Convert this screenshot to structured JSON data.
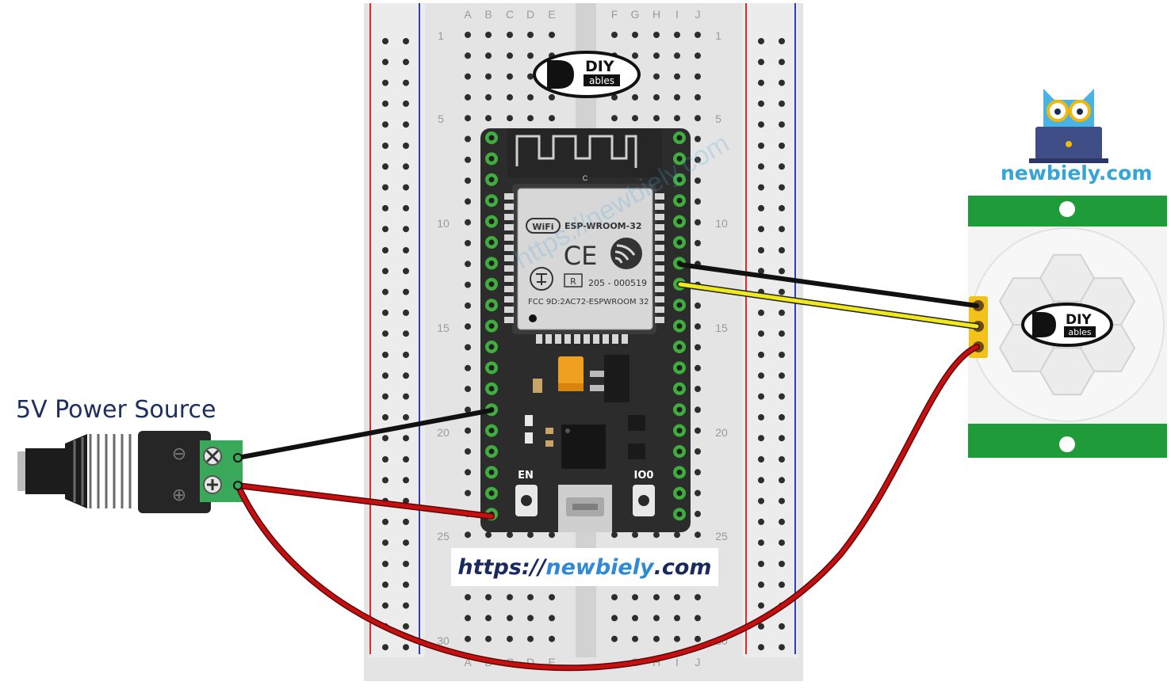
{
  "breadboard": {
    "col_letters_left": [
      "A",
      "B",
      "C",
      "D",
      "E"
    ],
    "col_letters_right": [
      "F",
      "G",
      "H",
      "I",
      "J"
    ],
    "row_numbers": [
      "1",
      "5",
      "10",
      "15",
      "20",
      "25",
      "30"
    ]
  },
  "esp32": {
    "module_name": "ESP-WROOM-32",
    "wifi_label": "WiFi",
    "cert_mark": "CE",
    "reg_mark": "R",
    "cert_code": "205 - 000519",
    "fcc_id": "FCC 9D:2AC72-ESPWROOM 32",
    "antenna_letter": "C",
    "en_label": "EN",
    "io0_label": "IO0"
  },
  "logo": {
    "line1": "DIY",
    "line2": "ables"
  },
  "power_source": {
    "label": "5V Power Source",
    "minus": "⊖",
    "plus": "⊕"
  },
  "brand": {
    "name": "newbiely.com",
    "watermark": "https://newbiely.com"
  },
  "url": {
    "prefix": "https://",
    "domain": "newbiely",
    "suffix": ".com"
  },
  "colors": {
    "wire_black": "#111111",
    "wire_red": "#c80f0f",
    "wire_yellow": "#f0ea1a",
    "pcb": "#2c2c2c",
    "sensor_green": "#1f9b3a",
    "rail_red": "#d03030",
    "rail_blue": "#2b3bd0"
  }
}
